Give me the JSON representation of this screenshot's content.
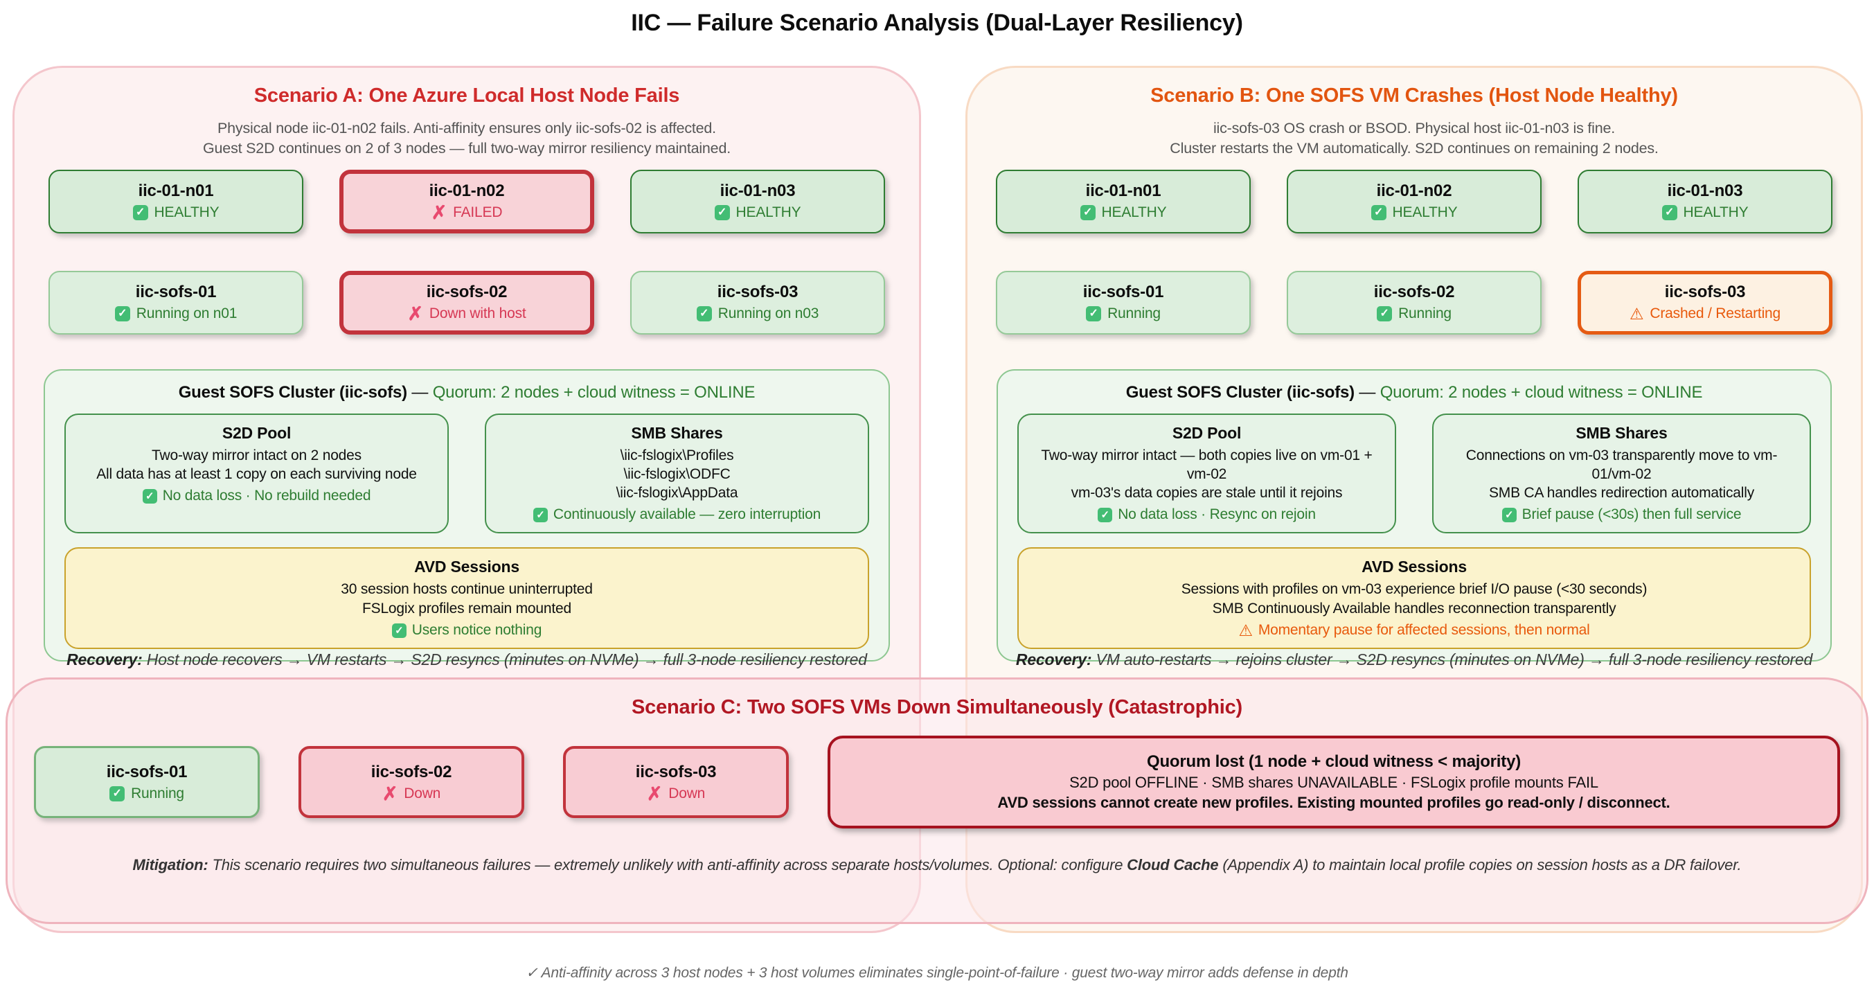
{
  "title": "IIC — Failure Scenario Analysis (Dual-Layer Resiliency)",
  "icons": {
    "check": "✓",
    "cross": "✗",
    "warn": "⚠"
  },
  "scenario_a": {
    "title": "Scenario A: One Azure Local Host Node Fails",
    "desc1": "Physical node iic-01-n02 fails. Anti-affinity ensures only iic-sofs-02 is affected.",
    "desc2": "Guest S2D continues on 2 of 3 nodes — full two-way mirror resiliency maintained.",
    "hosts": [
      {
        "name": "iic-01-n01",
        "status": "HEALTHY"
      },
      {
        "name": "iic-01-n02",
        "status": "FAILED"
      },
      {
        "name": "iic-01-n03",
        "status": "HEALTHY"
      }
    ],
    "vms": [
      {
        "name": "iic-sofs-01",
        "status": "Running on n01"
      },
      {
        "name": "iic-sofs-02",
        "status": "Down with host"
      },
      {
        "name": "iic-sofs-03",
        "status": "Running on n03"
      }
    ],
    "cluster": {
      "name": "Guest SOFS Cluster (iic-sofs)",
      "dash": " — ",
      "quorum": "Quorum: 2 nodes + cloud witness = ONLINE",
      "s2d": {
        "title": "S2D Pool",
        "line1": "Two-way mirror intact on 2 nodes",
        "line2": "All data has at least 1 copy on each surviving node",
        "status": "No data loss · No rebuild needed"
      },
      "smb": {
        "title": "SMB Shares",
        "line1": "\\iic-fslogix\\Profiles",
        "line2": "\\iic-fslogix\\ODFC",
        "line3": "\\iic-fslogix\\AppData",
        "status": "Continuously available — zero interruption"
      },
      "avd": {
        "title": "AVD Sessions",
        "line1": "30 session hosts continue uninterrupted",
        "line2": "FSLogix profiles remain mounted",
        "status": "Users notice nothing"
      }
    },
    "recovery_label": "Recovery:",
    "recovery": "Host node recovers → VM restarts → S2D resyncs (minutes on NVMe) → full 3-node resiliency restored"
  },
  "scenario_b": {
    "title": "Scenario B: One SOFS VM Crashes (Host Node Healthy)",
    "desc1": "iic-sofs-03 OS crash or BSOD. Physical host iic-01-n03 is fine.",
    "desc2": "Cluster restarts the VM automatically. S2D continues on remaining 2 nodes.",
    "hosts": [
      {
        "name": "iic-01-n01",
        "status": "HEALTHY"
      },
      {
        "name": "iic-01-n02",
        "status": "HEALTHY"
      },
      {
        "name": "iic-01-n03",
        "status": "HEALTHY"
      }
    ],
    "vms": [
      {
        "name": "iic-sofs-01",
        "status": "Running"
      },
      {
        "name": "iic-sofs-02",
        "status": "Running"
      },
      {
        "name": "iic-sofs-03",
        "status": "Crashed / Restarting"
      }
    ],
    "cluster": {
      "name": "Guest SOFS Cluster (iic-sofs)",
      "dash": " — ",
      "quorum": "Quorum: 2 nodes + cloud witness = ONLINE",
      "s2d": {
        "title": "S2D Pool",
        "line1": "Two-way mirror intact — both copies live on vm-01 + vm-02",
        "line2": "vm-03's data copies are stale until it rejoins",
        "status": "No data loss · Resync on rejoin"
      },
      "smb": {
        "title": "SMB Shares",
        "line1": "Connections on vm-03 transparently move to vm-01/vm-02",
        "line2": "SMB CA handles redirection automatically",
        "status": "Brief pause (<30s) then full service"
      },
      "avd": {
        "title": "AVD Sessions",
        "line1": "Sessions with profiles on vm-03 experience brief I/O pause (<30 seconds)",
        "line2": "SMB Continuously Available handles reconnection transparently",
        "status": "Momentary pause for affected sessions, then normal"
      }
    },
    "recovery_label": "Recovery:",
    "recovery": "VM auto-restarts → rejoins cluster → S2D resyncs (minutes on NVMe) → full 3-node resiliency restored"
  },
  "scenario_c": {
    "title": "Scenario C: Two SOFS VMs Down Simultaneously (Catastrophic)",
    "vms": [
      {
        "name": "iic-sofs-01",
        "status": "Running"
      },
      {
        "name": "iic-sofs-02",
        "status": "Down"
      },
      {
        "name": "iic-sofs-03",
        "status": "Down"
      }
    ],
    "quorum": {
      "title": "Quorum lost (1 node + cloud witness < majority)",
      "line1": "S2D pool OFFLINE · SMB shares UNAVAILABLE · FSLogix profile mounts FAIL",
      "line2": "AVD sessions cannot create new profiles. Existing mounted profiles go read-only / disconnect."
    },
    "mitigation_label": "Mitigation:",
    "mitigation_1": " This scenario requires two simultaneous failures — extremely unlikely with anti-affinity across separate hosts/volumes. Optional: configure ",
    "mitigation_bold": "Cloud Cache",
    "mitigation_2": " (Appendix A) to maintain local profile copies on session hosts as a DR failover."
  },
  "footer": "✓ Anti-affinity across 3 host nodes + 3 host volumes eliminates single-point-of-failure · guest two-way mirror adds defense in depth"
}
